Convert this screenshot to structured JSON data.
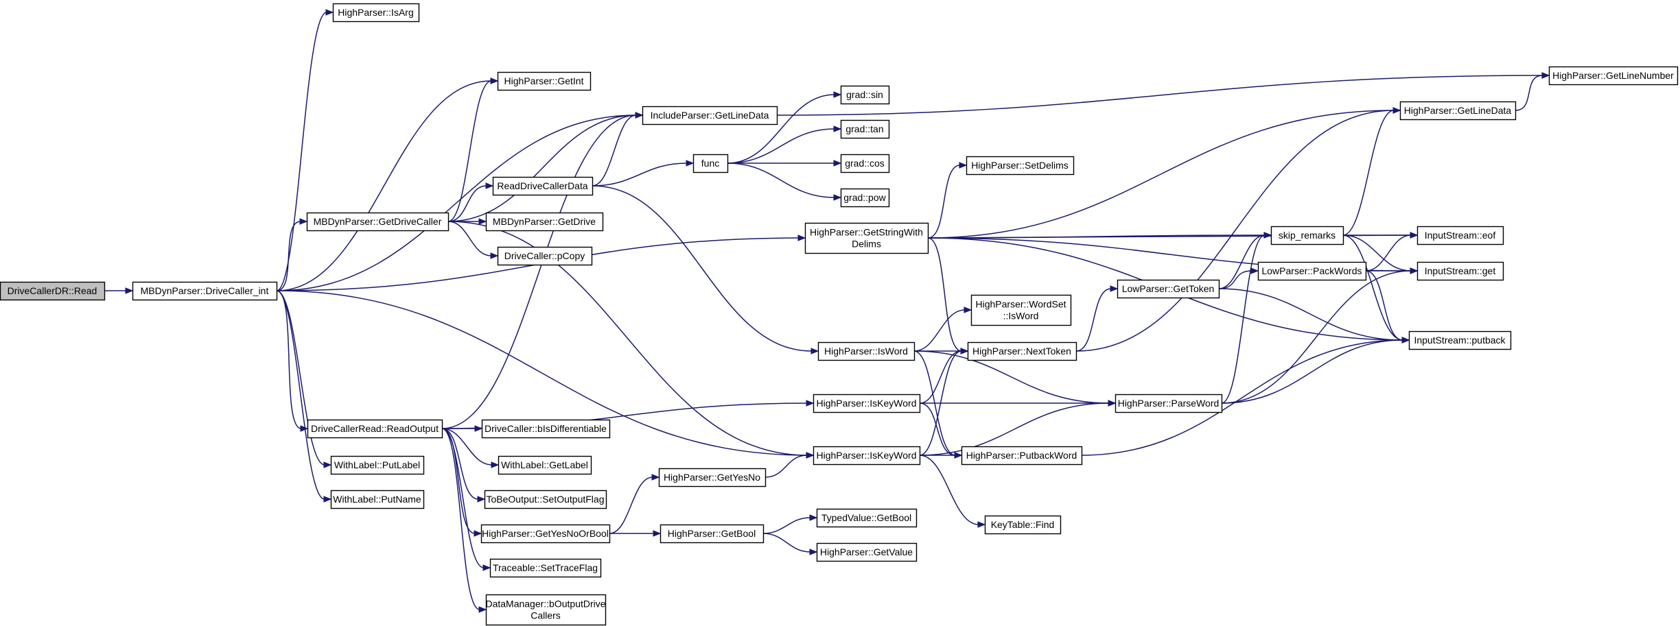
{
  "graph": {
    "edge_color": "#191970",
    "root_fill": "#bfbfbf",
    "nodes": [
      {
        "id": "drivecallerdr-read",
        "lines": [
          "DriveCallerDR::Read"
        ],
        "root": true
      },
      {
        "id": "mbdynparser-drivecaller-int",
        "lines": [
          "MBDynParser::DriveCaller_int"
        ]
      },
      {
        "id": "highparser-isarg",
        "lines": [
          "HighParser::IsArg"
        ]
      },
      {
        "id": "highparser-getint",
        "lines": [
          "HighParser::GetInt"
        ]
      },
      {
        "id": "includeparser-getlinedata",
        "lines": [
          "IncludeParser::GetLineData"
        ]
      },
      {
        "id": "mbdynparser-getdrivecaller",
        "lines": [
          "MBDynParser::GetDriveCaller"
        ]
      },
      {
        "id": "readdrivecallerdata",
        "lines": [
          "ReadDriveCallerData"
        ]
      },
      {
        "id": "mbdynparser-getdrive",
        "lines": [
          "MBDynParser::GetDrive"
        ]
      },
      {
        "id": "drivecaller-pcopy",
        "lines": [
          "DriveCaller::pCopy"
        ]
      },
      {
        "id": "drivecallerread-readoutput",
        "lines": [
          "DriveCallerRead::ReadOutput"
        ]
      },
      {
        "id": "withlabel-putlabel",
        "lines": [
          "WithLabel::PutLabel"
        ]
      },
      {
        "id": "withlabel-putname",
        "lines": [
          "WithLabel::PutName"
        ]
      },
      {
        "id": "drivecaller-bisdifferentiable",
        "lines": [
          "DriveCaller::bIsDifferentiable"
        ]
      },
      {
        "id": "withlabel-getlabel",
        "lines": [
          "WithLabel::GetLabel"
        ]
      },
      {
        "id": "tobeoutput-setoutputflag",
        "lines": [
          "ToBeOutput::SetOutputFlag"
        ]
      },
      {
        "id": "highparser-getyesnoorbool",
        "lines": [
          "HighParser::GetYesNoOrBool"
        ]
      },
      {
        "id": "traceable-settraceflag",
        "lines": [
          "Traceable::SetTraceFlag"
        ]
      },
      {
        "id": "datamanager-boutputdrivecallers",
        "lines": [
          "DataManager::bOutputDrive",
          "Callers"
        ]
      },
      {
        "id": "func",
        "lines": [
          "func"
        ]
      },
      {
        "id": "grad-sin",
        "lines": [
          "grad::sin"
        ]
      },
      {
        "id": "grad-tan",
        "lines": [
          "grad::tan"
        ]
      },
      {
        "id": "grad-cos",
        "lines": [
          "grad::cos"
        ]
      },
      {
        "id": "grad-pow",
        "lines": [
          "grad::pow"
        ]
      },
      {
        "id": "highparser-getyesno",
        "lines": [
          "HighParser::GetYesNo"
        ]
      },
      {
        "id": "highparser-getbool",
        "lines": [
          "HighParser::GetBool"
        ]
      },
      {
        "id": "highparser-getstringwithdelims",
        "lines": [
          "HighParser::GetStringWith",
          "Delims"
        ]
      },
      {
        "id": "highparser-iskeyword-a",
        "lines": [
          "HighParser::IsKeyWord"
        ]
      },
      {
        "id": "highparser-iskeyword-b",
        "lines": [
          "HighParser::IsKeyWord"
        ]
      },
      {
        "id": "highparser-isword",
        "lines": [
          "HighParser::IsWord"
        ]
      },
      {
        "id": "typedvalue-getbool",
        "lines": [
          "TypedValue::GetBool"
        ]
      },
      {
        "id": "highparser-getvalue",
        "lines": [
          "HighParser::GetValue"
        ]
      },
      {
        "id": "highparser-setdelims",
        "lines": [
          "HighParser::SetDelims"
        ]
      },
      {
        "id": "highparser-wordset-isword",
        "lines": [
          "HighParser::WordSet",
          "::IsWord"
        ]
      },
      {
        "id": "highparser-nexttoken",
        "lines": [
          "HighParser::NextToken"
        ]
      },
      {
        "id": "highparser-putbackword",
        "lines": [
          "HighParser::PutbackWord"
        ]
      },
      {
        "id": "keytable-find",
        "lines": [
          "KeyTable::Find"
        ]
      },
      {
        "id": "lowparser-gettoken",
        "lines": [
          "LowParser::GetToken"
        ]
      },
      {
        "id": "highparser-parseword",
        "lines": [
          "HighParser::ParseWord"
        ]
      },
      {
        "id": "skip-remarks",
        "lines": [
          "skip_remarks"
        ]
      },
      {
        "id": "lowparser-packwords",
        "lines": [
          "LowParser::PackWords"
        ]
      },
      {
        "id": "highparser-getlinedata",
        "lines": [
          "HighParser::GetLineData"
        ]
      },
      {
        "id": "highparser-getlinenumber",
        "lines": [
          "HighParser::GetLineNumber"
        ]
      },
      {
        "id": "inputstream-eof",
        "lines": [
          "InputStream::eof"
        ]
      },
      {
        "id": "inputstream-get",
        "lines": [
          "InputStream::get"
        ]
      },
      {
        "id": "inputstream-putback",
        "lines": [
          "InputStream::putback"
        ]
      }
    ],
    "edges": [
      [
        "drivecallerdr-read",
        "mbdynparser-drivecaller-int"
      ],
      [
        "mbdynparser-drivecaller-int",
        "highparser-isarg"
      ],
      [
        "mbdynparser-drivecaller-int",
        "highparser-getint"
      ],
      [
        "mbdynparser-drivecaller-int",
        "includeparser-getlinedata"
      ],
      [
        "mbdynparser-drivecaller-int",
        "mbdynparser-getdrivecaller"
      ],
      [
        "mbdynparser-drivecaller-int",
        "drivecallerread-readoutput"
      ],
      [
        "mbdynparser-drivecaller-int",
        "withlabel-putlabel"
      ],
      [
        "mbdynparser-drivecaller-int",
        "withlabel-putname"
      ],
      [
        "mbdynparser-drivecaller-int",
        "highparser-getstringwithdelims"
      ],
      [
        "mbdynparser-drivecaller-int",
        "highparser-iskeyword-b"
      ],
      [
        "mbdynparser-getdrivecaller",
        "highparser-getint"
      ],
      [
        "mbdynparser-getdrivecaller",
        "includeparser-getlinedata"
      ],
      [
        "mbdynparser-getdrivecaller",
        "readdrivecallerdata"
      ],
      [
        "mbdynparser-getdrivecaller",
        "mbdynparser-getdrive"
      ],
      [
        "mbdynparser-getdrivecaller",
        "drivecaller-pcopy"
      ],
      [
        "mbdynparser-getdrivecaller",
        "highparser-iskeyword-b"
      ],
      [
        "readdrivecallerdata",
        "includeparser-getlinedata"
      ],
      [
        "readdrivecallerdata",
        "func"
      ],
      [
        "readdrivecallerdata",
        "highparser-isword"
      ],
      [
        "drivecallerread-readoutput",
        "includeparser-getlinedata"
      ],
      [
        "drivecallerread-readoutput",
        "drivecaller-bisdifferentiable"
      ],
      [
        "drivecallerread-readoutput",
        "withlabel-getlabel"
      ],
      [
        "drivecallerread-readoutput",
        "tobeoutput-setoutputflag"
      ],
      [
        "drivecallerread-readoutput",
        "highparser-getyesnoorbool"
      ],
      [
        "drivecallerread-readoutput",
        "traceable-settraceflag"
      ],
      [
        "drivecallerread-readoutput",
        "datamanager-boutputdrivecallers"
      ],
      [
        "drivecallerread-readoutput",
        "highparser-iskeyword-a"
      ],
      [
        "highparser-getyesnoorbool",
        "highparser-getyesno"
      ],
      [
        "highparser-getyesnoorbool",
        "highparser-getbool"
      ],
      [
        "highparser-getyesno",
        "highparser-iskeyword-b"
      ],
      [
        "highparser-getbool",
        "typedvalue-getbool"
      ],
      [
        "highparser-getbool",
        "highparser-getvalue"
      ],
      [
        "func",
        "grad-sin"
      ],
      [
        "func",
        "grad-tan"
      ],
      [
        "func",
        "grad-cos"
      ],
      [
        "func",
        "grad-pow"
      ],
      [
        "includeparser-getlinedata",
        "highparser-getlinenumber"
      ],
      [
        "highparser-getstringwithdelims",
        "highparser-setdelims"
      ],
      [
        "highparser-getstringwithdelims",
        "highparser-getlinedata"
      ],
      [
        "highparser-getstringwithdelims",
        "skip-remarks"
      ],
      [
        "highparser-getstringwithdelims",
        "inputstream-eof"
      ],
      [
        "highparser-getstringwithdelims",
        "inputstream-get"
      ],
      [
        "highparser-getstringwithdelims",
        "inputstream-putback"
      ],
      [
        "highparser-getstringwithdelims",
        "highparser-nexttoken"
      ],
      [
        "highparser-isword",
        "highparser-wordset-isword"
      ],
      [
        "highparser-isword",
        "highparser-nexttoken"
      ],
      [
        "highparser-isword",
        "highparser-putbackword"
      ],
      [
        "highparser-isword",
        "highparser-parseword"
      ],
      [
        "highparser-iskeyword-a",
        "highparser-nexttoken"
      ],
      [
        "highparser-iskeyword-a",
        "highparser-parseword"
      ],
      [
        "highparser-iskeyword-a",
        "highparser-putbackword"
      ],
      [
        "highparser-iskeyword-b",
        "highparser-nexttoken"
      ],
      [
        "highparser-iskeyword-b",
        "highparser-putbackword"
      ],
      [
        "highparser-iskeyword-b",
        "keytable-find"
      ],
      [
        "highparser-iskeyword-b",
        "highparser-parseword"
      ],
      [
        "highparser-nexttoken",
        "highparser-getlinedata"
      ],
      [
        "highparser-nexttoken",
        "lowparser-gettoken"
      ],
      [
        "lowparser-gettoken",
        "skip-remarks"
      ],
      [
        "lowparser-gettoken",
        "lowparser-packwords"
      ],
      [
        "lowparser-gettoken",
        "inputstream-putback"
      ],
      [
        "highparser-parseword",
        "skip-remarks"
      ],
      [
        "highparser-parseword",
        "inputstream-get"
      ],
      [
        "highparser-parseword",
        "inputstream-putback"
      ],
      [
        "highparser-putbackword",
        "inputstream-putback"
      ],
      [
        "skip-remarks",
        "highparser-getlinedata"
      ],
      [
        "skip-remarks",
        "inputstream-eof"
      ],
      [
        "skip-remarks",
        "inputstream-get"
      ],
      [
        "skip-remarks",
        "inputstream-putback"
      ],
      [
        "lowparser-packwords",
        "inputstream-eof"
      ],
      [
        "lowparser-packwords",
        "inputstream-get"
      ],
      [
        "lowparser-packwords",
        "inputstream-putback"
      ],
      [
        "highparser-getlinedata",
        "highparser-getlinenumber"
      ]
    ]
  }
}
